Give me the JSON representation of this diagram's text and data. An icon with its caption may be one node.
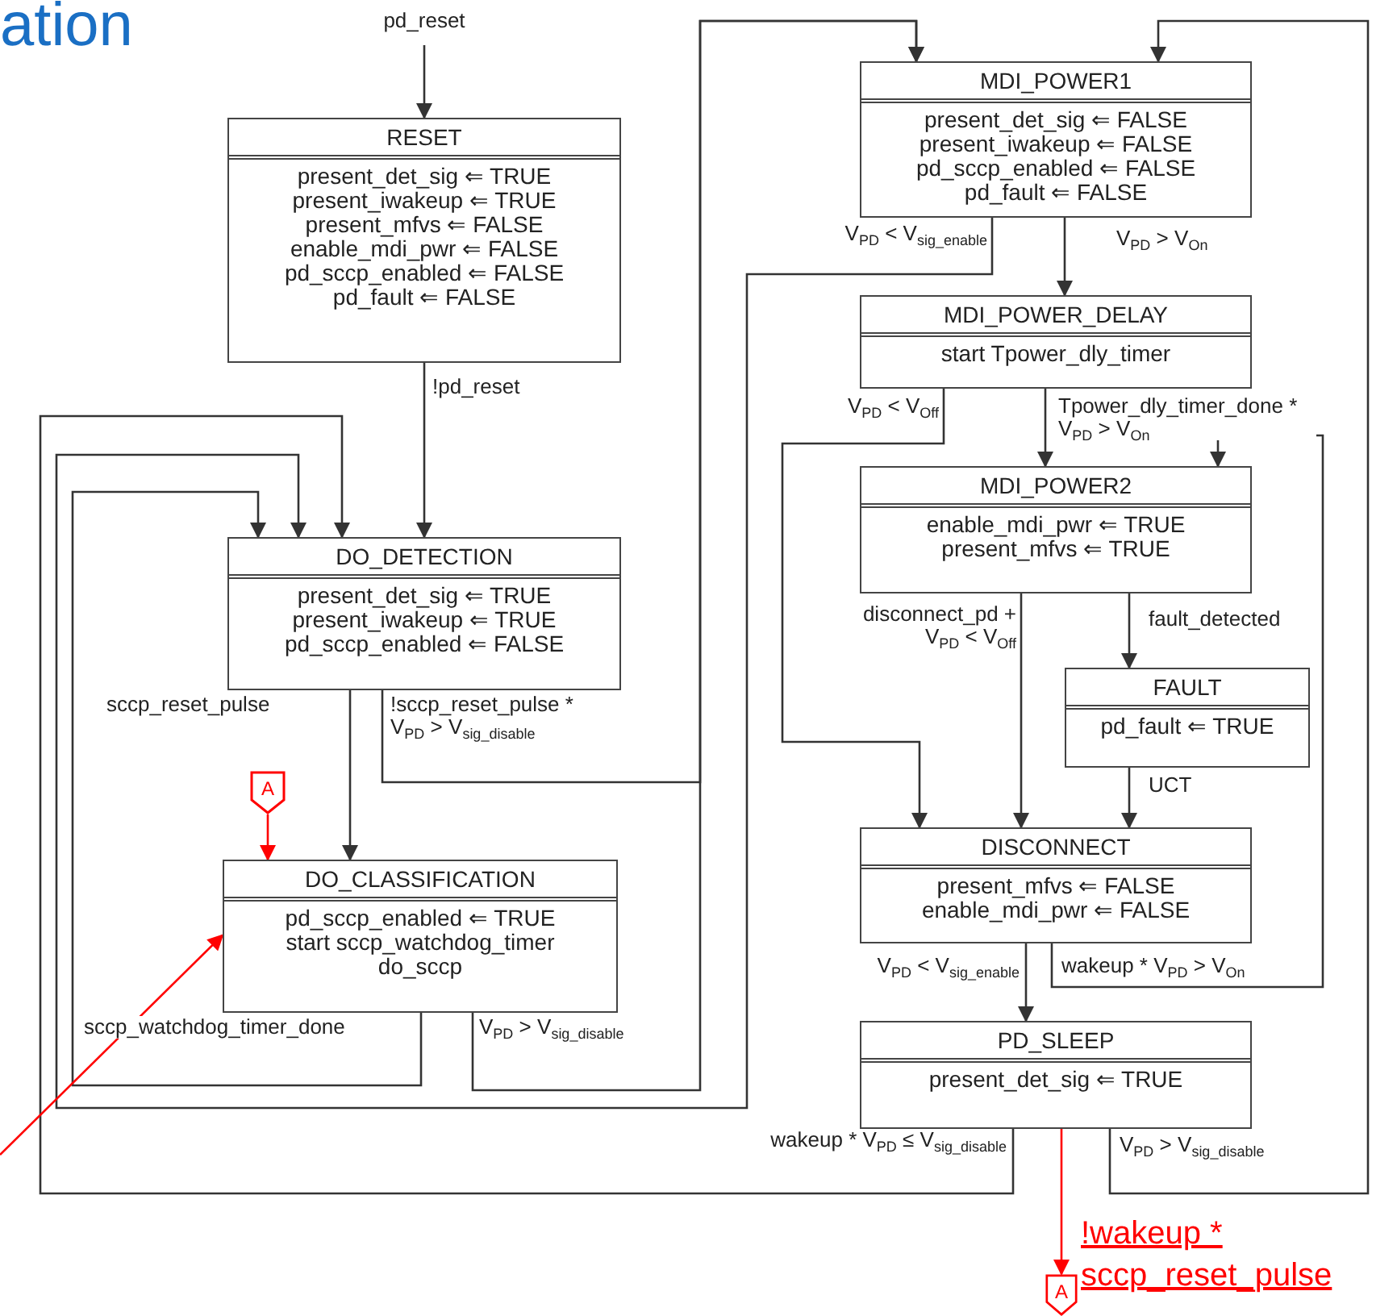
{
  "diagram": {
    "title": "ation",
    "nodes": [
      {
        "text": [
          "RESET",
          "present_det_sig ⇐ TRUE",
          "present_iwakeup ⇐ TRUE",
          "present_mfvs ⇐ FALSE",
          "enable_mdi_pwr ⇐ FALSE",
          "pd_sccp_enabled ⇐ FALSE",
          "pd_fault ⇐ FALSE"
        ]
      },
      {
        "text": [
          "DO_DETECTION",
          "present_det_sig ⇐ TRUE",
          "present_iwakeup ⇐ TRUE",
          "pd_sccp_enabled ⇐ FALSE"
        ]
      },
      {
        "text": [
          "DO_CLASSIFICATION",
          "pd_sccp_enabled ⇐ TRUE",
          "start sccp_watchdog_timer",
          "do_sccp"
        ]
      },
      {
        "text": [
          "MDI_POWER1",
          "present_det_sig ⇐ FALSE",
          "present_iwakeup ⇐ FALSE",
          "pd_sccp_enabled ⇐ FALSE",
          "pd_fault ⇐ FALSE"
        ]
      },
      {
        "text": [
          "MDI_POWER_DELAY",
          "start Tpower_dly_timer"
        ]
      },
      {
        "text": [
          "MDI_POWER2",
          "enable_mdi_pwr ⇐ TRUE",
          "present_mfvs ⇐ TRUE"
        ]
      },
      {
        "text": [
          "FAULT",
          "pd_fault ⇐ TRUE"
        ]
      },
      {
        "text": [
          "DISCONNECT",
          "present_mfvs ⇐ FALSE",
          "enable_mdi_pwr ⇐ FALSE"
        ]
      },
      {
        "text": [
          "PD_SLEEP",
          "present_det_sig ⇐ TRUE"
        ]
      },
      {
        "text": [
          "A"
        ]
      },
      {
        "text": [
          "A"
        ]
      }
    ],
    "edges": [
      {
        "from": null,
        "to": 0,
        "arrow": "to",
        "label": "pd_reset"
      },
      {
        "from": 0,
        "to": 1,
        "arrow": "to",
        "label": "!pd_reset"
      },
      {
        "from": 1,
        "to": 2,
        "arrow": "to",
        "label": "sccp_reset_pulse"
      },
      {
        "from": 1,
        "to": 3,
        "arrow": "to",
        "label": "!sccp_reset_pulse * V$_{PD}$ > V$_{sig_disable}$"
      },
      {
        "from": 2,
        "to": 3,
        "arrow": "to",
        "label": "V$_{PD}$ > V$_{sig_disable}$"
      },
      {
        "from": 2,
        "to": 1,
        "arrow": "to",
        "label": "sccp_watchdog_timer_done"
      },
      {
        "from": 3,
        "to": 1,
        "arrow": "to",
        "label": "V$_{PD}$ < V$_{sig_enable}$"
      },
      {
        "from": 3,
        "to": 4,
        "arrow": "to",
        "label": "V$_{PD}$ > V$_{On}$"
      },
      {
        "from": 4,
        "to": 7,
        "arrow": "to",
        "label": "V$_{PD}$ < V$_{Off}$"
      },
      {
        "from": 4,
        "to": 5,
        "arrow": "to",
        "label": "Tpower_dly_timer_done * V$_{PD}$ > V$_{On}$"
      },
      {
        "from": 5,
        "to": 7,
        "arrow": "to",
        "label": "disconnect_pd + V$_{PD}$ < V$_{Off}$"
      },
      {
        "from": 5,
        "to": 6,
        "arrow": "to",
        "label": "fault_detected"
      },
      {
        "from": 6,
        "to": 7,
        "arrow": "to",
        "label": "UCT"
      },
      {
        "from": 7,
        "to": 5,
        "arrow": "to",
        "label": "wakeup * V$_{PD}$ > V$_{On}$"
      },
      {
        "from": 7,
        "to": 8,
        "arrow": "to",
        "label": "V$_{PD}$ < V$_{sig_enable}$"
      },
      {
        "from": 8,
        "to": 1,
        "arrow": "to",
        "label": "wakeup * V$_{PD}$ ≤ V$_{sig_disable}$"
      },
      {
        "from": 8,
        "to": 3,
        "arrow": "to",
        "label": "V$_{PD}$ > V$_{sig_disable}$"
      },
      {
        "from": 8,
        "to": 10,
        "arrow": "to",
        "label": "!wakeup * sccp_reset_pulse",
        "color": "#ff0000"
      },
      {
        "from": 9,
        "to": 2,
        "arrow": "to",
        "color": "#ff0000"
      },
      {
        "from": null,
        "to": 2,
        "arrow": "to",
        "color": "#ff0000"
      }
    ]
  }
}
